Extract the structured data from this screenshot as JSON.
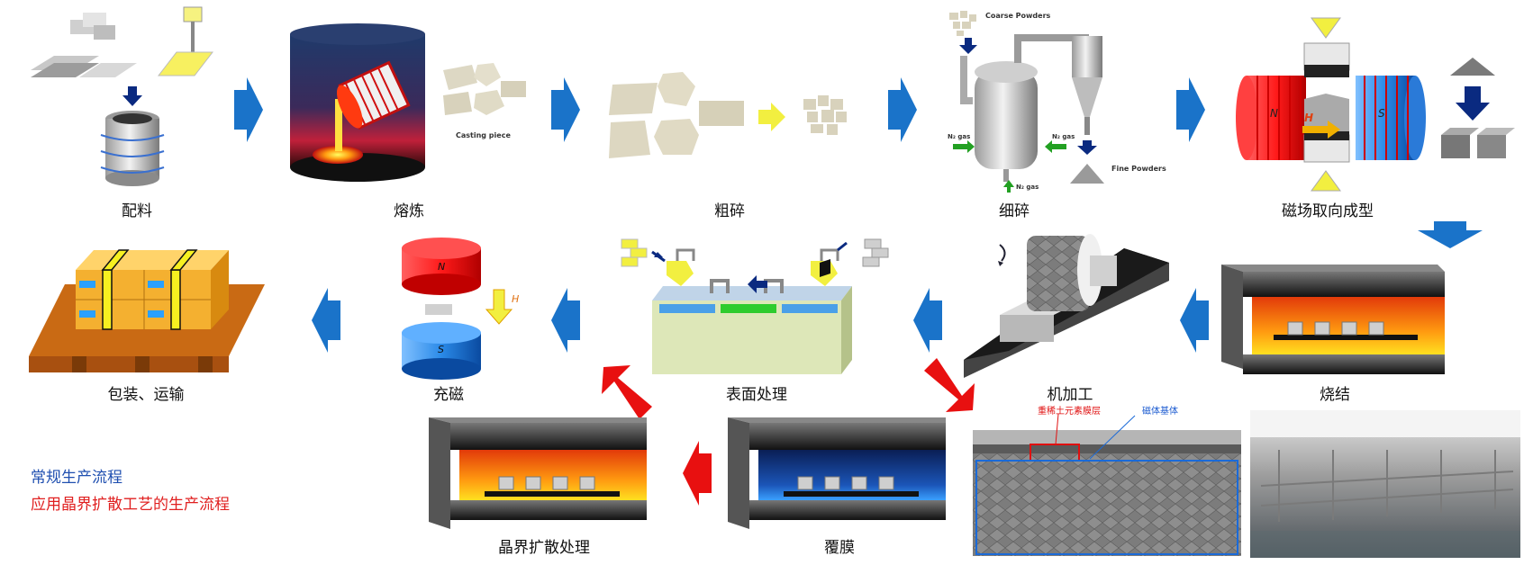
{
  "steps": {
    "batching": "配料",
    "smelting": "熔炼",
    "coarse_crushing": "粗碎",
    "fine_crushing": "细碎",
    "magnetic_orientation": "磁场取向成型",
    "sintering": "烧结",
    "machining": "机加工",
    "surface_treatment": "表面处理",
    "magnetizing": "充磁",
    "packaging": "包装、运输",
    "coating": "覆膜",
    "gb_diffusion": "晶界扩散处理"
  },
  "annotations": {
    "casting_piece": "Casting piece",
    "coarse_powders": "Coarse Powders",
    "fine_powders": "Fine Powders",
    "n2_gas": "N₂ gas",
    "pole_n": "N",
    "pole_s": "S",
    "field_h": "H",
    "heavy_rare_earth_layer": "重稀土元素膜层",
    "magnet_substrate": "磁体基体"
  },
  "legend": {
    "conventional": "常规生产流程",
    "diffusion": "应用晶界扩散工艺的生产流程"
  },
  "colors": {
    "blue_arrow": "#1a73c9",
    "red_arrow": "#e81010",
    "legend_blue": "#1f4fb0",
    "legend_red": "#e02020"
  }
}
